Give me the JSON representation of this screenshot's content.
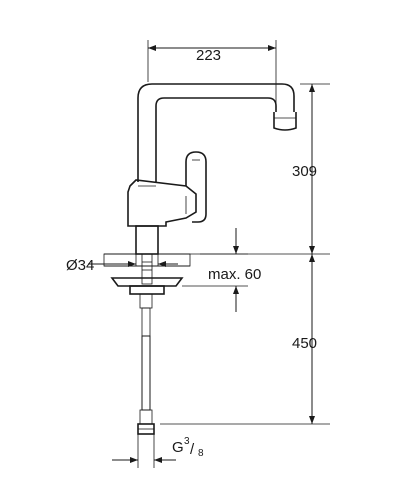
{
  "dimensions": {
    "spout_reach": "223",
    "height_above_deck": "309",
    "hole_diameter": "Ø34",
    "max_deck_thickness": "max. 60",
    "hose_length": "450",
    "connection_base": "G",
    "connection_numerator": "3",
    "connection_denominator": "8"
  },
  "colors": {
    "line": "#1a1a1a",
    "background": "#ffffff"
  }
}
